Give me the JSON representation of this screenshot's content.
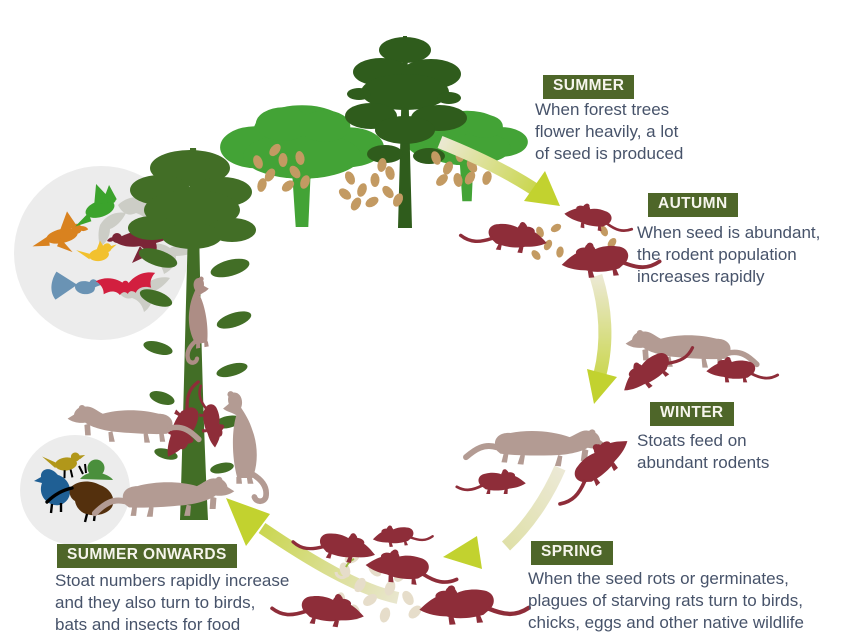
{
  "diagram": {
    "stages": [
      {
        "id": "summer",
        "label": "SUMMER",
        "text": "When forest trees\nflower heavily, a lot\nof seed is produced"
      },
      {
        "id": "autumn",
        "label": "AUTUMN",
        "text": "When seed is abundant,\nthe rodent population\nincreases rapidly"
      },
      {
        "id": "winter",
        "label": "WINTER",
        "text": "Stoats feed on\nabundant rodents"
      },
      {
        "id": "spring",
        "label": "SPRING",
        "text": "When the seed rots or germinates,\nplagues of starving rats turn to birds,\nchicks, eggs and other native wildlife"
      },
      {
        "id": "summer-onwards",
        "label": "SUMMER ONWARDS",
        "text": "Stoat numbers rapidly increase\nand they also turn to birds,\nbats and insects for food"
      }
    ],
    "colors": {
      "label_bg": "#4e6629",
      "label_text": "#f6f5ec",
      "body_text": "#47536a",
      "rat": "#8e2d39",
      "stoat": "#b39b93",
      "stoat_climbing": "#ad8d85",
      "tree_bright_green": "#43a336",
      "tree_dark_green": "#2f5c1c",
      "rimu_green": "#426e26",
      "seed_tan": "#c39a62",
      "seed_germinating": "#e6ddca",
      "arrow_chartreuse": "#c2d22f",
      "arrow_pale": "#ece9d4",
      "circle_gray": "#ececec",
      "kiwi_brown": "#54300d",
      "takahe_blue": "#1f5f94",
      "snail_green": "#4a8f3c",
      "songbird_olive": "#b1971a",
      "parrot_orange": "#d9821f",
      "pigeon_green": "#3ba32c",
      "small_bird_yellow": "#f2c12e",
      "wren_blue": "#6a93b4",
      "raptor_maroon": "#7b2537",
      "bat_red": "#d21f3f"
    },
    "icons": [
      "broadleaf-tree-icon",
      "conifer-tree-icon",
      "rimu-tree-icon",
      "seed-icon",
      "germinating-seed-icon",
      "rat-icon",
      "stoat-icon",
      "cycle-arrow-icon",
      "native-birds-circle-icon",
      "native-wildlife-circle-icon",
      "orange-parrot-icon",
      "green-pigeon-icon",
      "yellow-bird-icon",
      "blue-wren-icon",
      "maroon-raptor-icon",
      "red-bat-icon",
      "kiwi-icon",
      "takahe-icon",
      "snail-icon",
      "olive-songbird-icon"
    ]
  }
}
